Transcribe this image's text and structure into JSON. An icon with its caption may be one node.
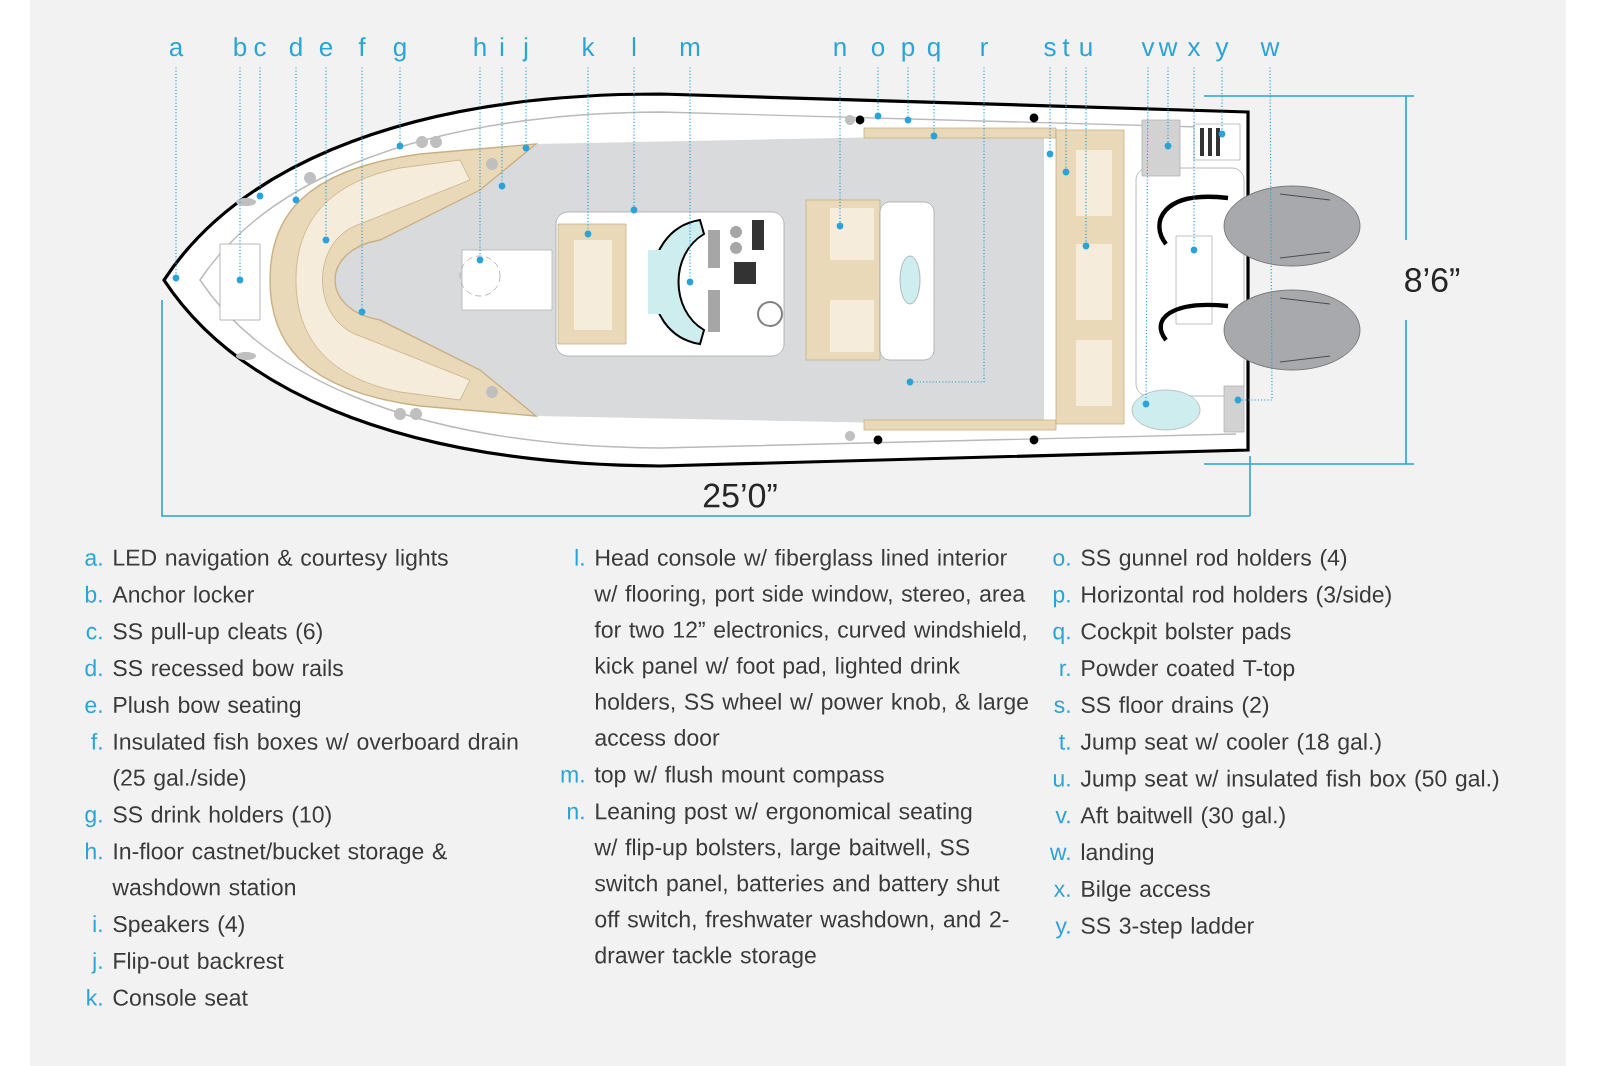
{
  "diagram": {
    "nodes": [
      {
        "text": [
          "a"
        ]
      },
      {
        "text": [
          "b"
        ]
      },
      {
        "text": [
          "c"
        ]
      },
      {
        "text": [
          "d"
        ]
      },
      {
        "text": [
          "e"
        ]
      },
      {
        "text": [
          "f"
        ]
      },
      {
        "text": [
          "g"
        ]
      },
      {
        "text": [
          "h"
        ]
      },
      {
        "text": [
          "i"
        ]
      },
      {
        "text": [
          "j"
        ]
      },
      {
        "text": [
          "k"
        ]
      },
      {
        "text": [
          "l"
        ]
      },
      {
        "text": [
          "m"
        ]
      },
      {
        "text": [
          "n"
        ]
      },
      {
        "text": [
          "o"
        ]
      },
      {
        "text": [
          "p"
        ]
      },
      {
        "text": [
          "q"
        ]
      },
      {
        "text": [
          "r"
        ]
      },
      {
        "text": [
          "s"
        ]
      },
      {
        "text": [
          "t"
        ]
      },
      {
        "text": [
          "u"
        ]
      },
      {
        "text": [
          "v"
        ]
      },
      {
        "text": [
          "w"
        ]
      },
      {
        "text": [
          "x"
        ]
      },
      {
        "text": [
          "y"
        ]
      },
      {
        "text": [
          "w"
        ]
      },
      {
        "text": [],
        "shape": "circle"
      },
      {
        "text": [],
        "shape": "circle"
      },
      {
        "text": [],
        "shape": "circle"
      },
      {
        "text": [],
        "shape": "circle"
      },
      {
        "text": [],
        "shape": "circle"
      },
      {
        "text": [],
        "shape": "circle"
      },
      {
        "text": [],
        "shape": "circle"
      },
      {
        "text": [],
        "shape": "circle"
      },
      {
        "text": [],
        "shape": "circle"
      },
      {
        "text": [],
        "shape": "circle"
      },
      {
        "text": [],
        "shape": "circle"
      },
      {
        "text": [],
        "shape": "circle"
      },
      {
        "text": [],
        "shape": "circle"
      },
      {
        "text": [],
        "shape": "circle"
      },
      {
        "text": [],
        "shape": "circle"
      },
      {
        "text": [],
        "shape": "circle"
      },
      {
        "text": [],
        "shape": "circle"
      },
      {
        "text": [],
        "shape": "circle"
      },
      {
        "text": [],
        "shape": "circle"
      },
      {
        "text": [],
        "shape": "circle"
      },
      {
        "text": [],
        "shape": "circle"
      },
      {
        "text": [],
        "shape": "circle"
      },
      {
        "text": [],
        "shape": "circle"
      },
      {
        "text": [],
        "shape": "circle"
      },
      {
        "text": [],
        "shape": "circle"
      },
      {
        "text": [],
        "shape": "circle"
      }
    ],
    "edges": [
      {
        "from": 0,
        "to": 26,
        "arrow": "none"
      },
      {
        "from": 1,
        "to": 27,
        "arrow": "none"
      },
      {
        "from": 2,
        "to": 28,
        "arrow": "none"
      },
      {
        "from": 3,
        "to": 29,
        "arrow": "none"
      },
      {
        "from": 4,
        "to": 30,
        "arrow": "none"
      },
      {
        "from": 5,
        "to": 31,
        "arrow": "none"
      },
      {
        "from": 6,
        "to": 32,
        "arrow": "none"
      },
      {
        "from": 7,
        "to": 33,
        "arrow": "none"
      },
      {
        "from": 8,
        "to": 34,
        "arrow": "none"
      },
      {
        "from": 9,
        "to": 35,
        "arrow": "none"
      },
      {
        "from": 10,
        "to": 36,
        "arrow": "none"
      },
      {
        "from": 11,
        "to": 37,
        "arrow": "none"
      },
      {
        "from": 12,
        "to": 38,
        "arrow": "none"
      },
      {
        "from": 13,
        "to": 39,
        "arrow": "none"
      },
      {
        "from": 14,
        "to": 40,
        "arrow": "none"
      },
      {
        "from": 15,
        "to": 41,
        "arrow": "none"
      },
      {
        "from": 16,
        "to": 42,
        "arrow": "none"
      },
      {
        "from": 17,
        "to": 43,
        "arrow": "none"
      },
      {
        "from": 18,
        "to": 44,
        "arrow": "none"
      },
      {
        "from": 19,
        "to": 45,
        "arrow": "none"
      },
      {
        "from": 20,
        "to": 46,
        "arrow": "none"
      },
      {
        "from": 21,
        "to": 47,
        "arrow": "none"
      },
      {
        "from": 22,
        "to": 48,
        "arrow": "none"
      },
      {
        "from": 23,
        "to": 49,
        "arrow": "none"
      },
      {
        "from": 24,
        "to": 50,
        "arrow": "none"
      },
      {
        "from": 25,
        "to": 51,
        "arrow": "none"
      }
    ],
    "labels": [
      "8’6”",
      "25’0”",
      "a.",
      "LED navigation & courtesy lights",
      "b.",
      "Anchor locker",
      "c.",
      "SS pull-up cleats (6)",
      "d.",
      "SS recessed bow rails",
      "e.",
      "Plush bow seating",
      "f.",
      "Insulated fish boxes w/ overboard drain (25 gal./side)",
      "g.",
      "SS drink holders (10)",
      "h.",
      "In-floor castnet/bucket storage & washdown station",
      "i.",
      "Speakers (4)",
      "j.",
      "Flip-out backrest",
      "k.",
      "Console seat",
      "l.",
      "Head console w/ fiberglass lined interior w/ flooring, port side window, stereo, area for two 12” electronics, curved windshield, kick panel w/ foot pad, lighted drink holders, SS wheel w/ power knob, & large access door",
      "m.",
      "top w/ flush mount compass",
      "n.",
      "Leaning post w/ ergonomical seating w/ flip-up bolsters, large baitwell, SS switch panel, batteries and battery shut off switch, freshwater washdown, and 2-drawer tackle storage",
      "o.",
      "SS gunnel rod holders (4)",
      "p.",
      "Horizontal rod holders (3/side)",
      "q.",
      "Cockpit bolster pads",
      "r.",
      "Powder coated T-top",
      "s.",
      "SS floor drains (2)",
      "t.",
      "Jump seat w/ cooler (18 gal.)",
      "u.",
      "Jump seat w/ insulated fish box (50 gal.)",
      "v.",
      "Aft baitwell (30 gal.)",
      "w.",
      "landing",
      "x.",
      "Bilge access",
      "y.",
      "SS 3-step ladder"
    ]
  }
}
